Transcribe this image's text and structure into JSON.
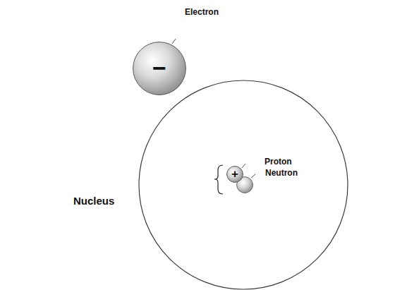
{
  "diagram": {
    "nodes": [
      {
        "text": [
          "Electron",
          "−"
        ]
      },
      {
        "text": [
          "Proton",
          "+"
        ]
      },
      {
        "text": [
          "Neutron"
        ]
      }
    ],
    "labels": [
      "Nucleus"
    ]
  }
}
